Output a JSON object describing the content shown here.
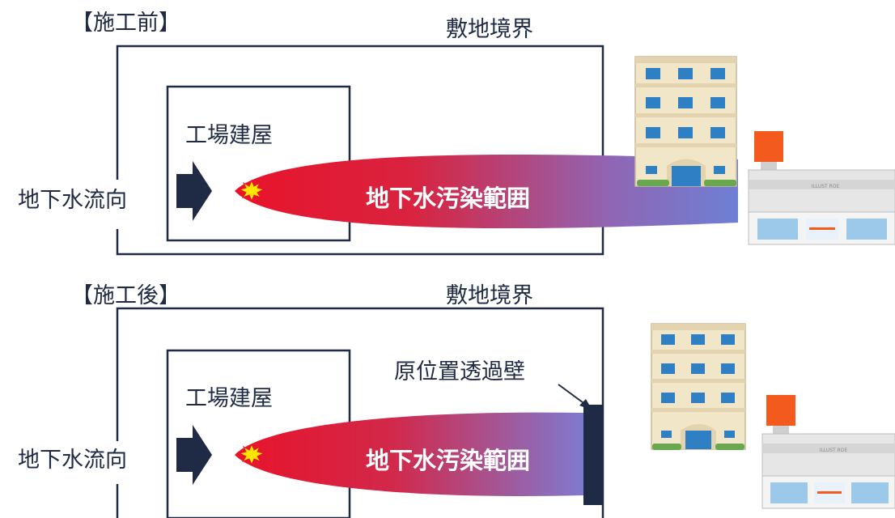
{
  "before": {
    "heading": "【施工前】",
    "boundary_label": "敷地境界",
    "factory_label": "工場建屋",
    "flow_label": "地下水流向",
    "plume_label": "地下水汚染範囲"
  },
  "after": {
    "heading": "【施工後】",
    "boundary_label": "敷地境界",
    "factory_label": "工場建屋",
    "flow_label": "地下水流向",
    "plume_label": "地下水汚染範囲",
    "barrier_label": "原位置透過壁"
  },
  "store_sign_text": "ILLUST ROE",
  "colors": {
    "line": "#1f2a44",
    "plume_start": "#e8132a",
    "plume_end": "#6e7fd4",
    "source_burst": "#ffe600",
    "store_sign": "#f25a1e",
    "building_body": "#f2e6c8",
    "window": "#2f7fc4"
  }
}
